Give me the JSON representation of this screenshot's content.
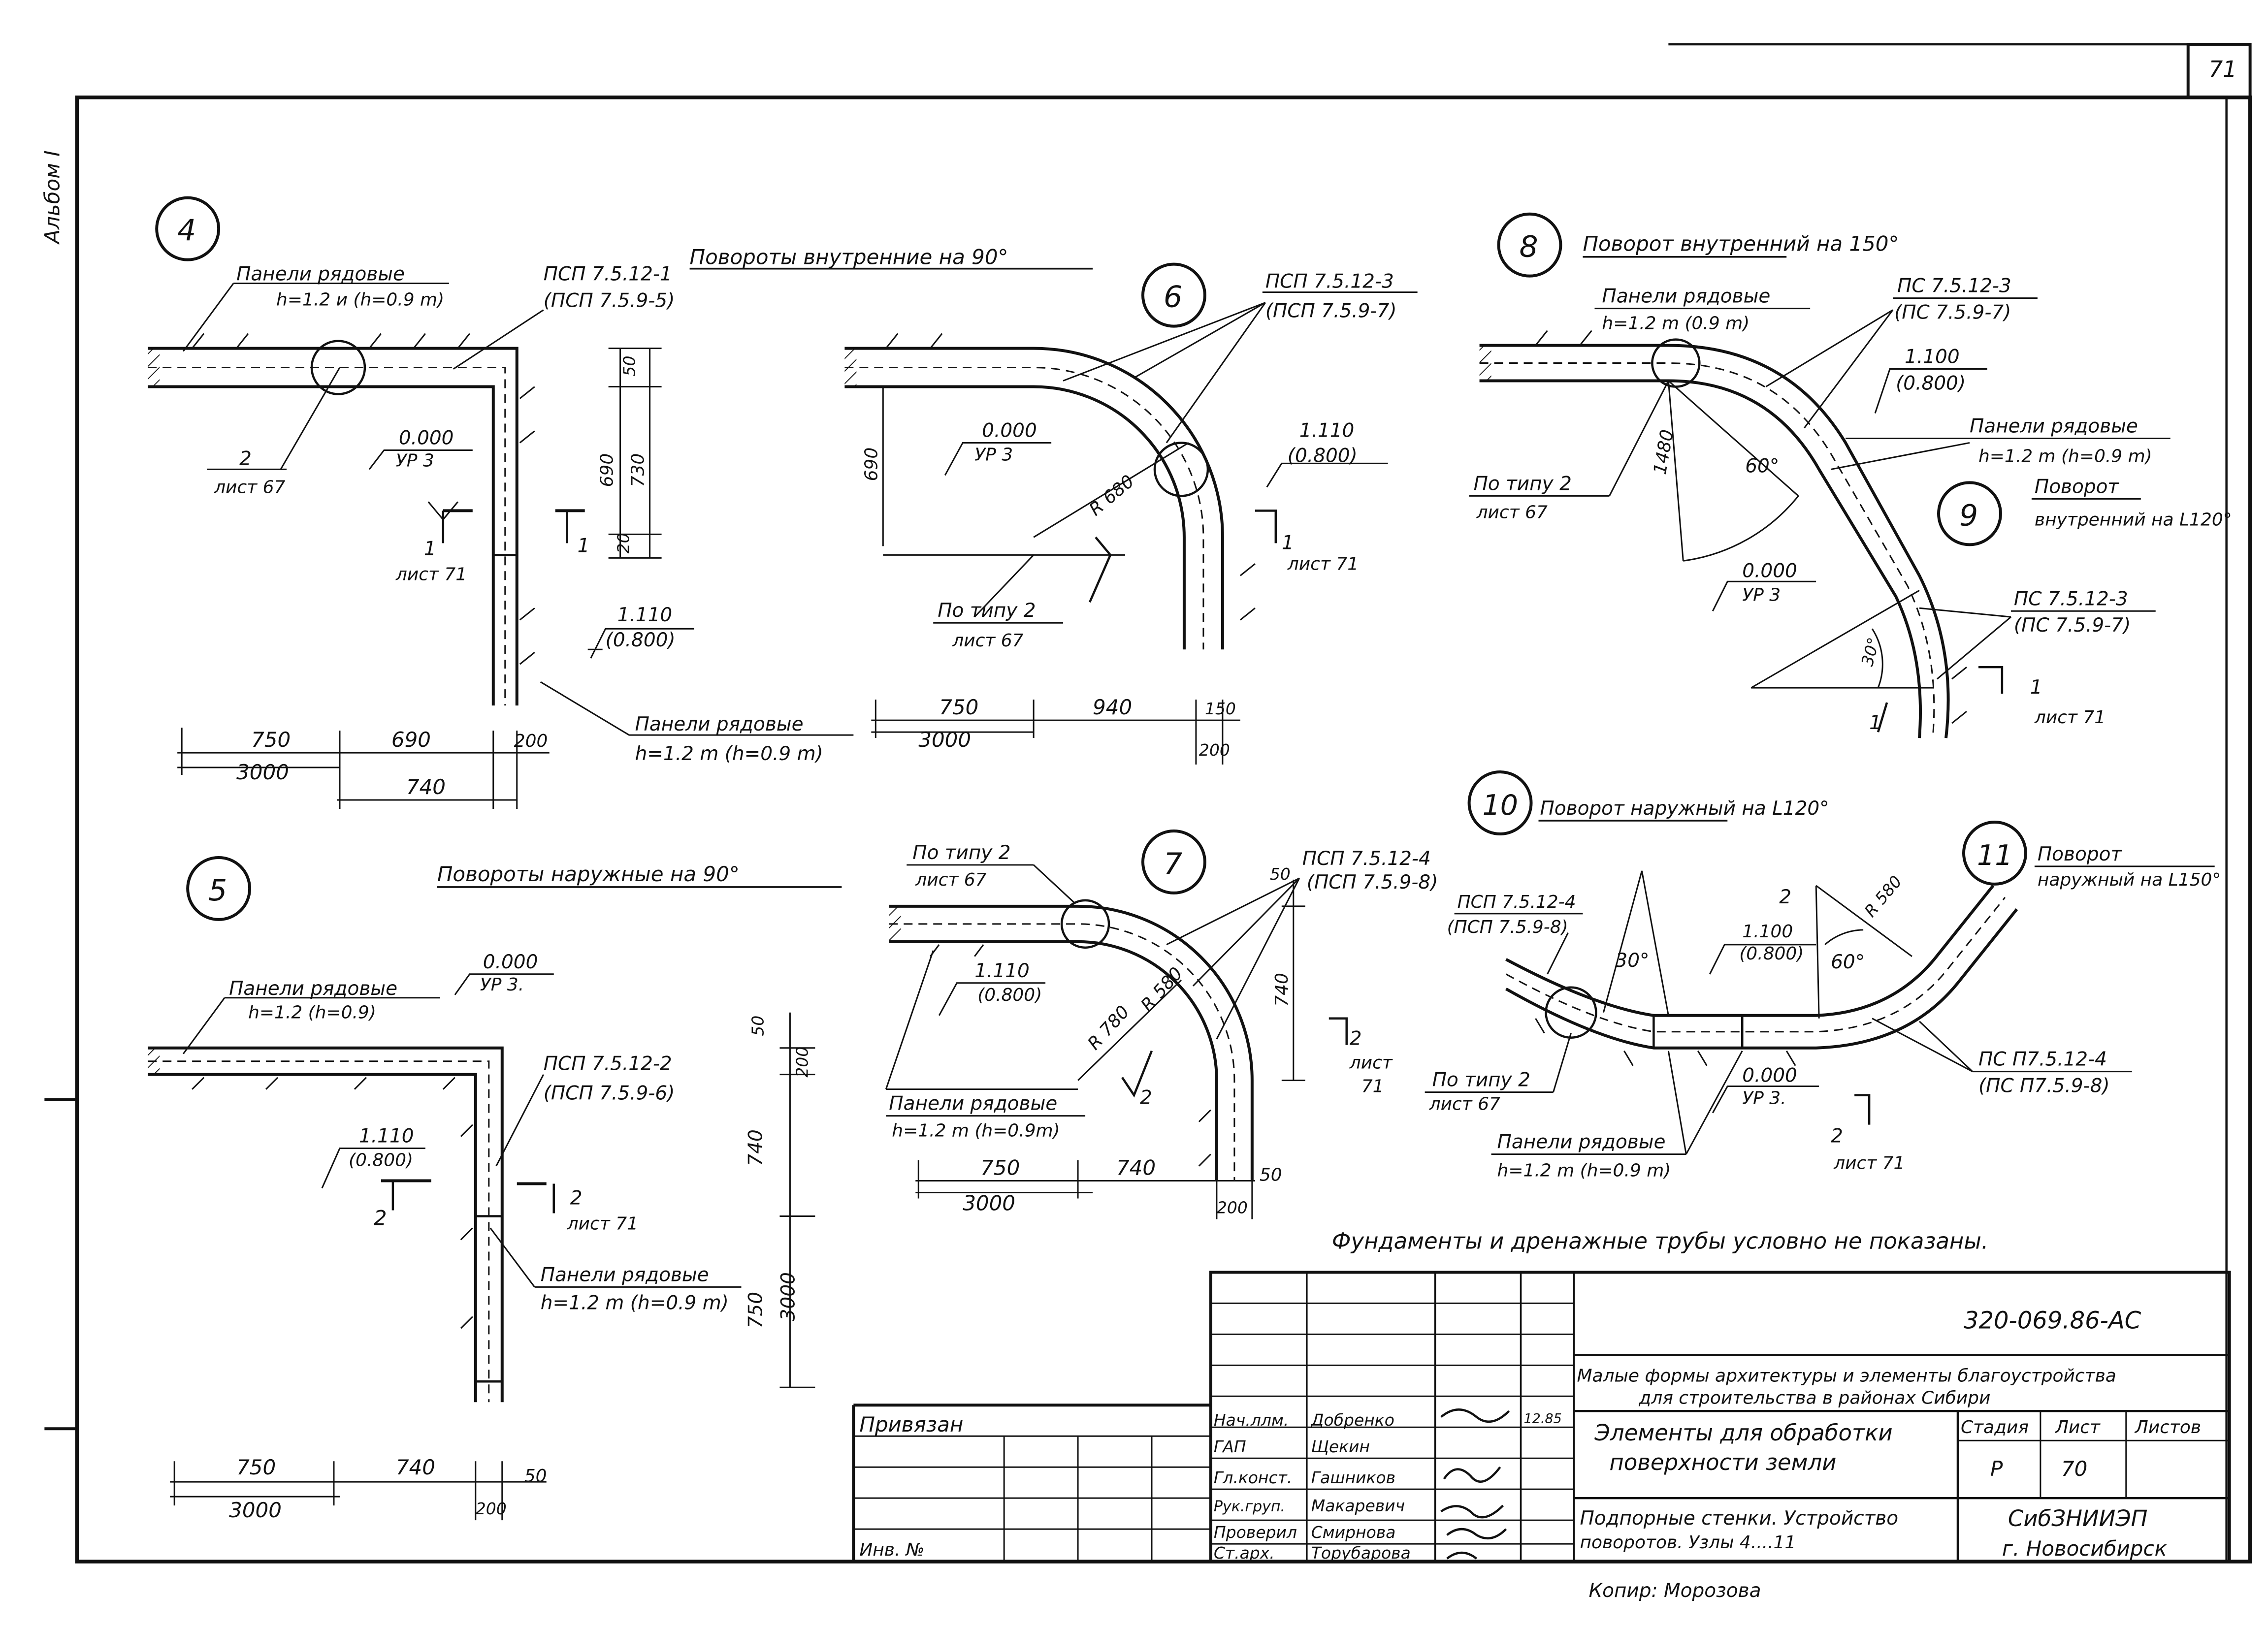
{
  "sheet": {
    "corner_number": "71",
    "album": "Альбом I",
    "note": "Фундаменты и дренажные трубы условно не показаны."
  },
  "node4": {
    "num": "4",
    "title": "Повороты внутренние на 90°",
    "panel_label_1": "Панели рядовые",
    "panel_label_2": "h=1.2 и (h=0.9 m)",
    "psp_1": "ПСП 7.5.12-1",
    "psp_2": "(ПСП 7.5.9-5)",
    "ref_num": "2",
    "ref_sheet": "лист 67",
    "level_1": "0.000",
    "level_2": "УР 3",
    "cut_num": "1",
    "cut_sheet": "лист 71",
    "cut_num_right": "1",
    "level2_1": "1.110",
    "level2_2": "(0.800)",
    "panel2_1": "Панели рядовые",
    "panel2_2": "h=1.2 m (h=0.9 m)",
    "dim_v": [
      "50",
      "690",
      "730",
      "20"
    ],
    "dim_750": "750",
    "dim_3000": "3000",
    "dim_690": "690",
    "dim_740": "740",
    "dim_200": "200"
  },
  "node5": {
    "num": "5",
    "title": "Повороты наружные на 90°",
    "panel_1": "Панели рядовые",
    "panel_2": "h=1.2 (h=0.9)",
    "level_1": "0.000",
    "level_2": "УР 3.",
    "level2_1": "1.110",
    "level2_2": "(0.800)",
    "psp_1": "ПСП 7.5.12-2",
    "psp_2": "(ПСП 7.5.9-6)",
    "cut_num": "2",
    "cut_sheet": "лист 71",
    "cut_left": "2",
    "panel2_1": "Панели рядовые",
    "panel2_2": "h=1.2 m (h=0.9 m)",
    "dim_v": [
      "50",
      "200",
      "740",
      "750",
      "3000"
    ],
    "dim_750": "750",
    "dim_3000": "3000",
    "dim_740": "740",
    "dim_50": "50",
    "dim_200": "200"
  },
  "node6": {
    "num": "6",
    "psp_1": "ПСП 7.5.12-3",
    "psp_2": "(ПСП 7.5.9-7)",
    "level_1": "0.000",
    "level_2": "УР 3",
    "level2_1": "1.110",
    "level2_2": "(0.800)",
    "radius": "R 680",
    "dim_690": "690",
    "ref_1": "По типу 2",
    "ref_2": "лист 67",
    "cut_num": "1",
    "cut_sheet": "лист 71",
    "dim_750": "750",
    "dim_940": "940",
    "dim_3000": "3000",
    "dim_150": "150",
    "dim_200": "200"
  },
  "node7": {
    "num": "7",
    "ref_1": "По типу 2",
    "ref_2": "лист 67",
    "psp_1": "ПСП 7.5.12-4",
    "psp_2": "(ПСП 7.5.9-8)",
    "level2_1": "1.110",
    "level2_2": "(0.800)",
    "radius_1": "R 780",
    "radius_2": "R 580",
    "dim_740v": "740",
    "dim_50top": "50",
    "cut_num": "2",
    "cut_sheet": "лист",
    "cut_sheet_num": "71",
    "cut_inner": "2",
    "panel_1": "Панели рядовые",
    "panel_2": "h=1.2 m (h=0.9m)",
    "dim_750": "750",
    "dim_740": "740",
    "dim_3000": "3000",
    "dim_50": "50",
    "dim_200": "200"
  },
  "node8": {
    "num": "8",
    "title": "Поворот внутренний на 150°",
    "panel_1": "Панели рядовые",
    "panel_2": "h=1.2 m (0.9 m)",
    "psp_1": "ПС 7.5.12-3",
    "psp_2": "(ПС 7.5.9-7)",
    "level_1": "1.100",
    "level_2": "(0.800)",
    "radius": "1480",
    "angle": "60°",
    "ref_1": "По типу 2",
    "ref_2": "лист 67",
    "level2_1": "0.000",
    "level2_2": "УР 3"
  },
  "node9": {
    "num": "9",
    "panel_1": "Панели рядовые",
    "panel_2": "h=1.2 m (h=0.9 m)",
    "title_1": "Поворот",
    "title_2": "внутренний на L120°",
    "psp_1": "ПС 7.5.12-3",
    "psp_2": "(ПС 7.5.9-7)",
    "angle": "30°",
    "cut_num": "1",
    "cut_sheet": "лист 71",
    "cut_left": "1"
  },
  "node10": {
    "num": "10",
    "title": "Поворот наружный на L120°",
    "psp_1": "ПСП 7.5.12-4",
    "psp_2": "(ПСП 7.5.9-8)",
    "angle": "30°",
    "level_1": "1.100",
    "level_2": "(0.800)",
    "ref_1": "По типу 2",
    "ref_2": "лист 67",
    "level2_1": "0.000",
    "level2_2": "УР 3.",
    "panel_1": "Панели рядовые",
    "panel_2": "h=1.2 m (h=0.9 m)",
    "cut_num": "2",
    "cut_sheet": "лист 71"
  },
  "node11": {
    "num": "11",
    "title_1": "Поворот",
    "title_2": "наружный на L150°",
    "cut_num": "2",
    "radius": "R 580",
    "angle": "60°",
    "psp_1": "ПС П7.5.12-4",
    "psp_2": "(ПС П7.5.9-8)"
  },
  "title_block": {
    "code": "320-069.86-АС",
    "project_1": "Малые формы архитектуры и элементы благоустройства",
    "project_2": "для строительства в районах Сибири",
    "sheet_title_1": "Элементы для обработки",
    "sheet_title_2": "поверхности земли",
    "drawing_title_1": "Подпорные стенки. Устройство",
    "drawing_title_2": "поворотов. Узлы 4....11",
    "h_stage": "Стадия",
    "h_sheet": "Лист",
    "h_sheets": "Листов",
    "stage": "Р",
    "sheet": "70",
    "org_1": "СибЗНИИЭП",
    "org_2": "г. Новосибирск",
    "bound": "Привязан",
    "inv": "Инв. №",
    "copy": "Копир: Морозова",
    "date": "12.85",
    "staff": [
      {
        "role": "Нач.ллм.",
        "name": "Добренко"
      },
      {
        "role": "ГАП",
        "name": "Щекин"
      },
      {
        "role": "Гл.конст.",
        "name": "Гашников"
      },
      {
        "role": "Рук.груп.",
        "name": "Макаревич"
      },
      {
        "role": "Проверил",
        "name": "Смирнова"
      },
      {
        "role": "Ст.арх.",
        "name": "Торубарова"
      }
    ]
  }
}
